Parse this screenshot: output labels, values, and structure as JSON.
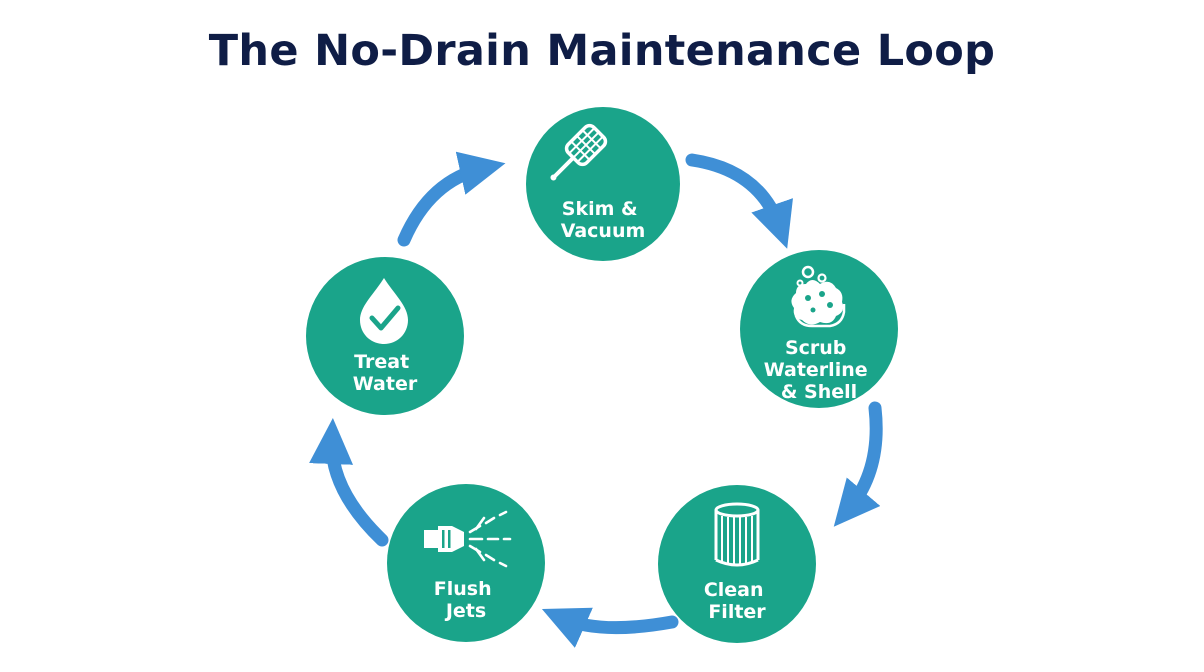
{
  "title": "The No-Drain Maintenance Loop",
  "colors": {
    "node": "#1aa48a",
    "arrow": "#3f8fd6",
    "title": "#0f1d46",
    "icon": "#ffffff"
  },
  "steps": [
    {
      "id": "skim",
      "lines": [
        "Skim &",
        "Vacuum"
      ],
      "icon": "skimmer-net-icon"
    },
    {
      "id": "scrub",
      "lines": [
        "Scrub",
        "Waterline",
        "& Shell"
      ],
      "icon": "sponge-icon"
    },
    {
      "id": "clean",
      "lines": [
        "Clean",
        "Filter"
      ],
      "icon": "filter-cartridge-icon"
    },
    {
      "id": "flush",
      "lines": [
        "Flush",
        "Jets"
      ],
      "icon": "spray-nozzle-icon"
    },
    {
      "id": "treat",
      "lines": [
        "Treat",
        "Water"
      ],
      "icon": "water-drop-check-icon"
    }
  ]
}
